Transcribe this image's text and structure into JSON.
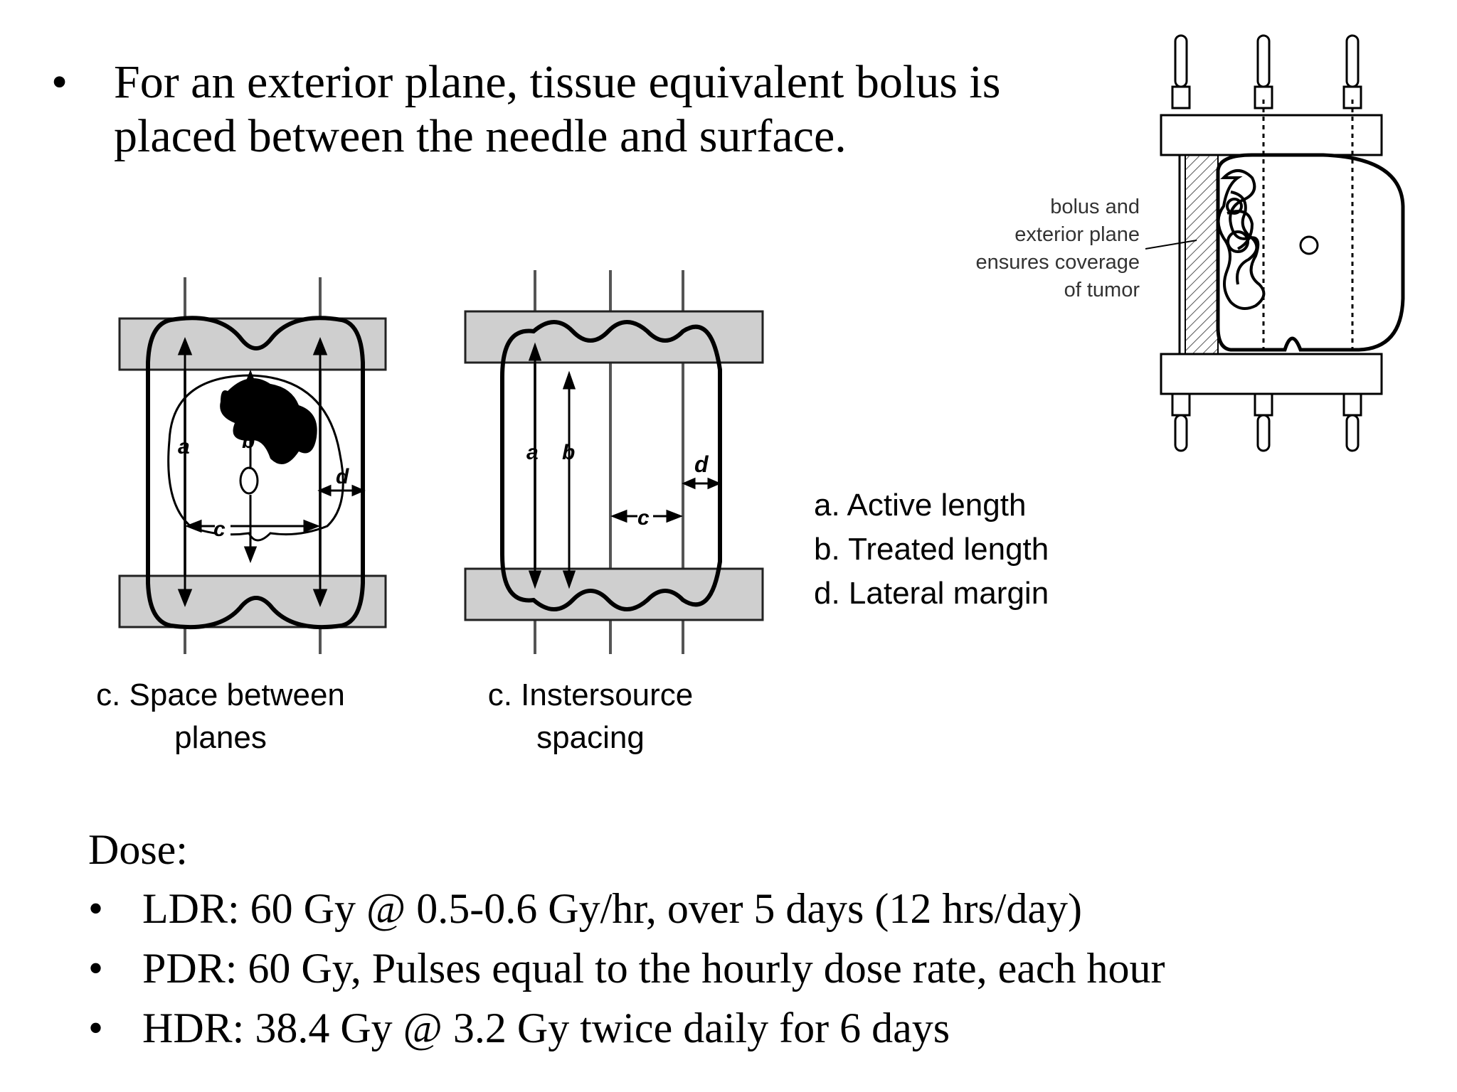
{
  "header": {
    "bullet": "•",
    "text": "For an exterior plane, tissue equivalent bolus is placed between the needle and surface."
  },
  "figure_right": {
    "annotation": [
      "bolus and",
      "exterior plane",
      "ensures coverage",
      "of tumor"
    ]
  },
  "figure_left": {
    "labels": {
      "a": "a",
      "b": "b",
      "c": "c",
      "d": "d"
    },
    "caption": [
      "c. Space between",
      "planes"
    ]
  },
  "figure_middle": {
    "labels": {
      "a": "a",
      "b": "b",
      "c": "c",
      "d": "d"
    },
    "caption": [
      "c. Instersource",
      "spacing"
    ]
  },
  "legend": {
    "items": [
      "a. Active length",
      "b. Treated length",
      "d. Lateral margin"
    ]
  },
  "dose": {
    "title": "Dose:",
    "bullet": "•",
    "items": [
      "LDR: 60 Gy @ 0.5-0.6 Gy/hr, over 5 days (12 hrs/day)",
      "PDR: 60 Gy, Pulses equal to the hourly dose rate, each hour",
      "HDR: 38.4 Gy @ 3.2 Gy twice daily for 6 days"
    ]
  }
}
